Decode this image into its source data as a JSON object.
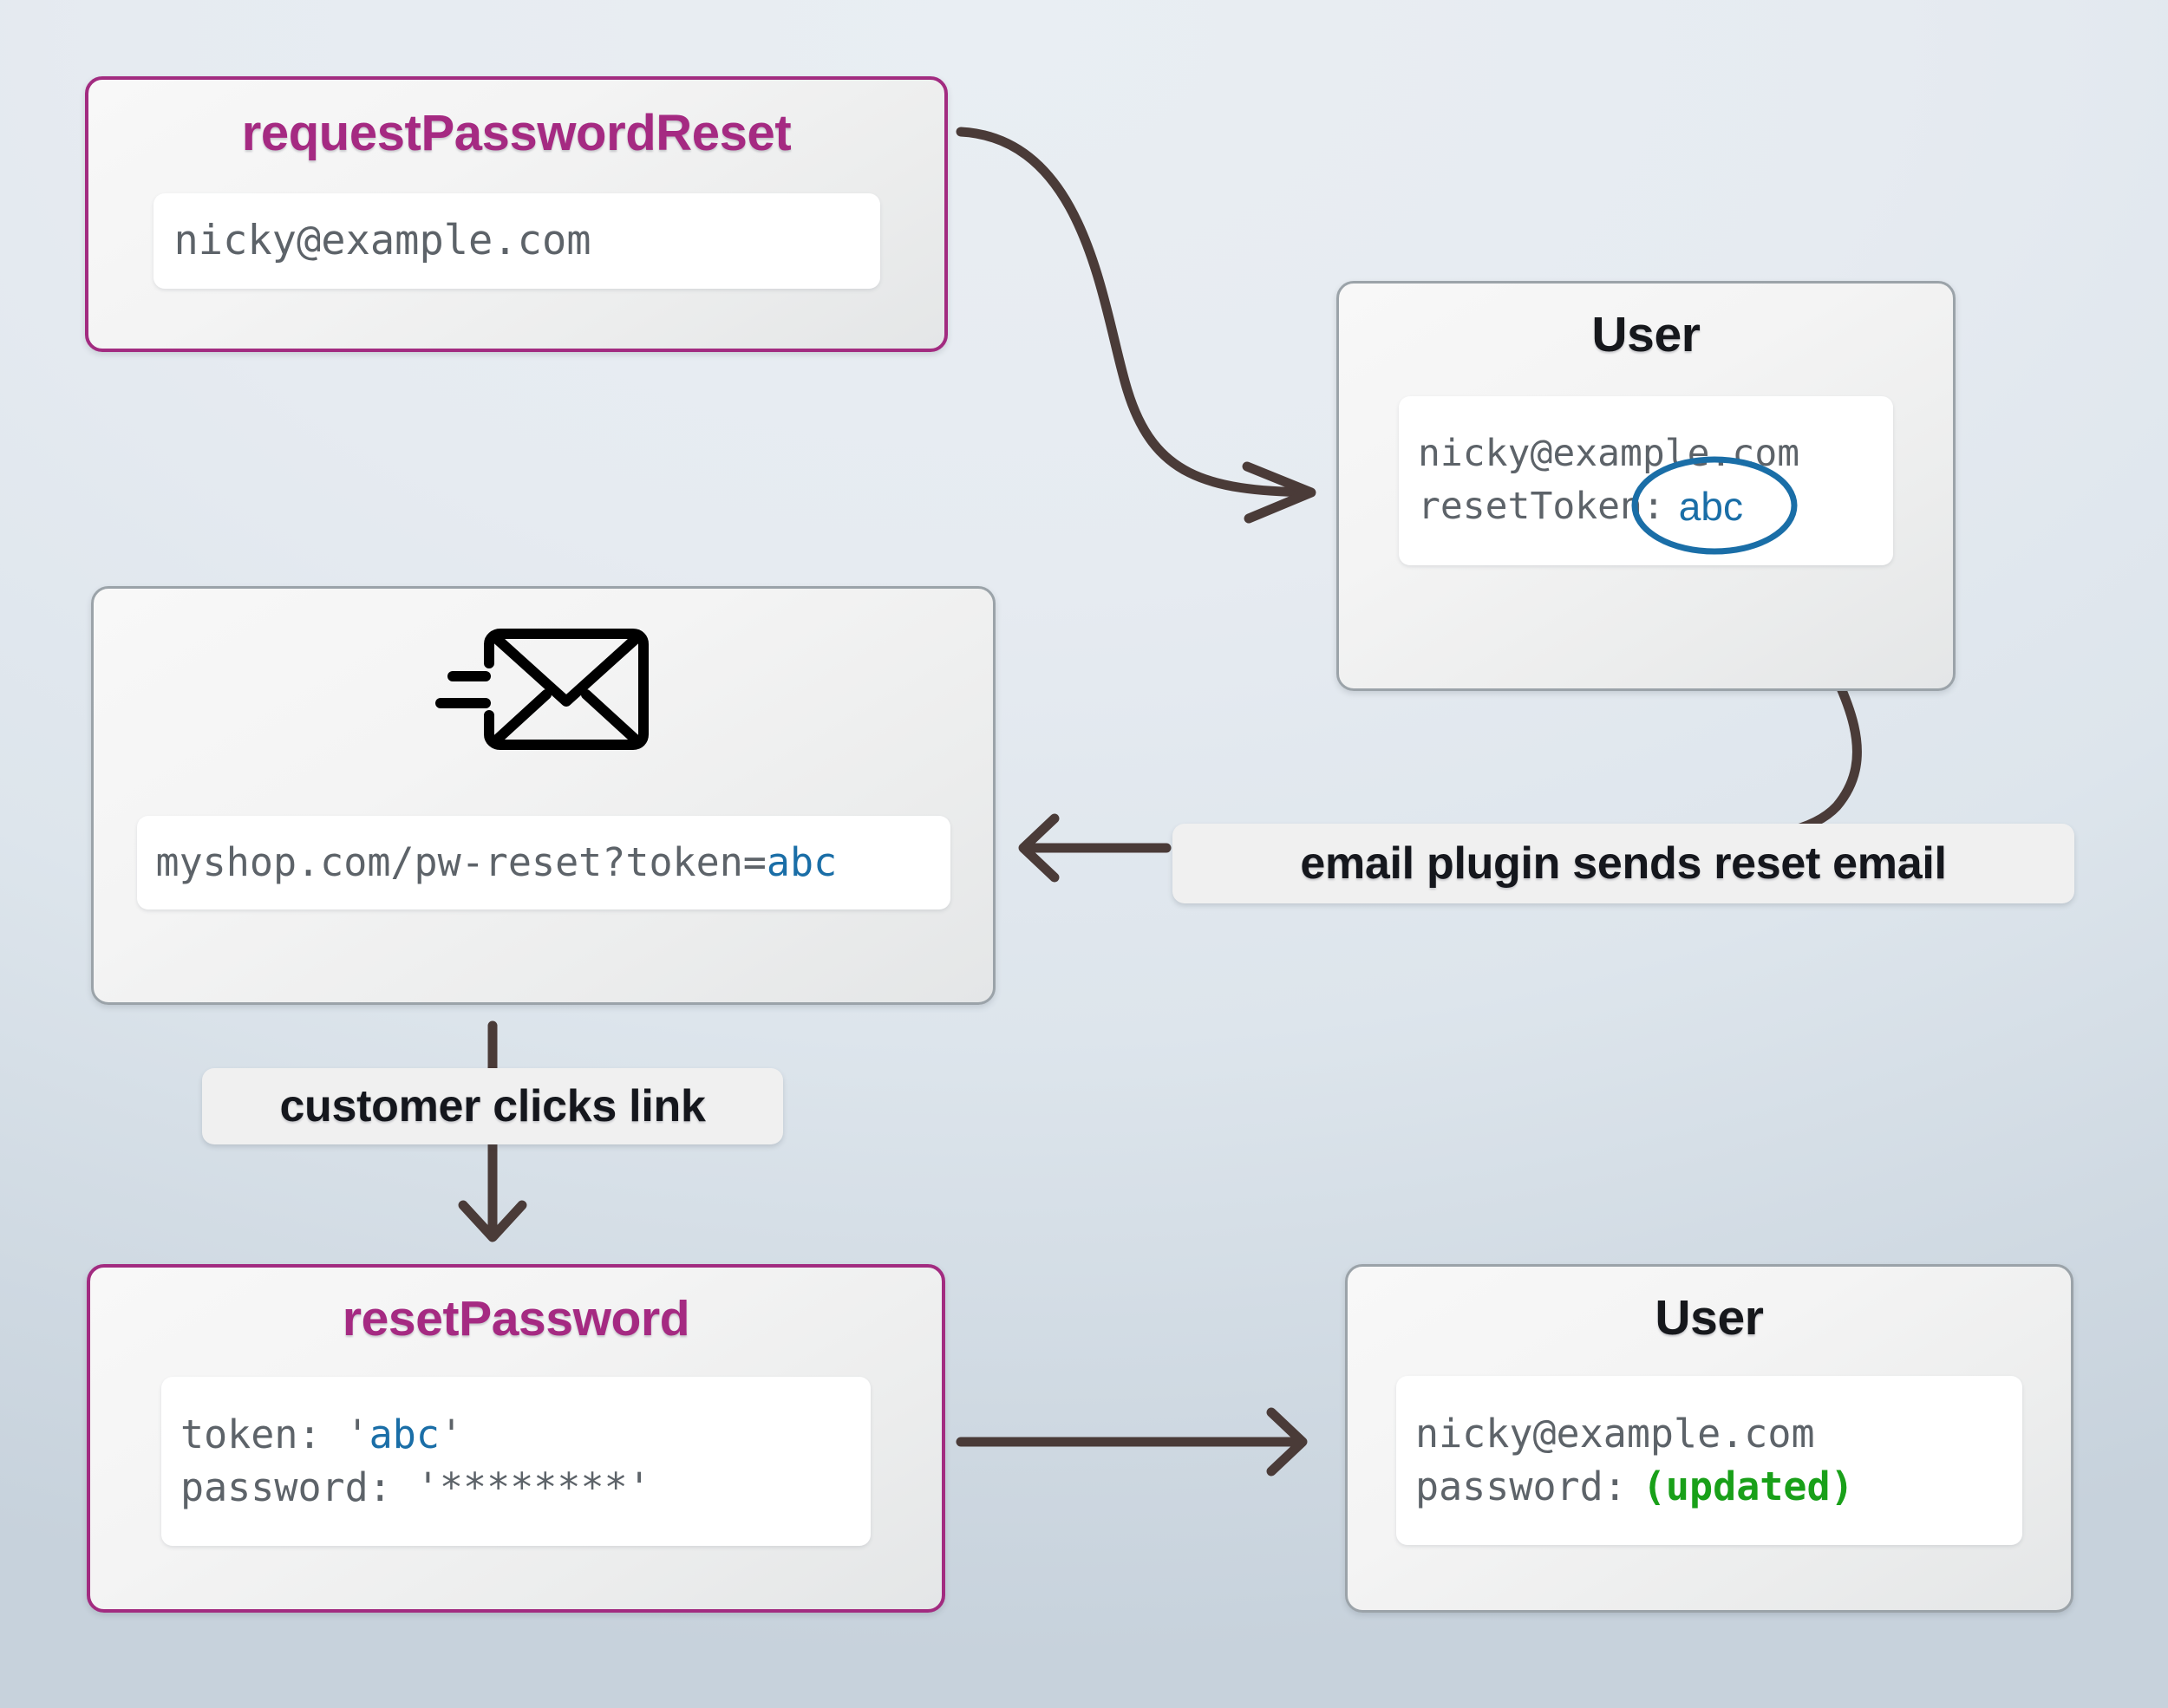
{
  "diagram": {
    "title": "password reset token flow",
    "colors": {
      "accent_border": "#a22b80",
      "accent_title": "#a52a82",
      "plain_border": "#9ba3a9",
      "token_blue": "#1a6ea7",
      "updated_green": "#19a019",
      "arrow": "#4a3b38",
      "mono_text": "#5d6369",
      "background_light": "#e9eef3",
      "background_dark": "#c7d2dc"
    }
  },
  "nodes": {
    "request_password_reset": {
      "title": "requestPasswordReset",
      "field": {
        "email": "nicky@example.com"
      }
    },
    "user_top": {
      "title": "User",
      "field": {
        "email": "nicky@example.com",
        "token_label": "resetToken:",
        "token_value": "abc",
        "annotation": "circled-token"
      }
    },
    "email_message": {
      "icon": "envelope-send-icon",
      "field": {
        "url_prefix": "myshop.com/pw-reset?token=",
        "url_token": "abc"
      }
    },
    "reset_password": {
      "title": "resetPassword",
      "field": {
        "token_label": "token:",
        "token_quote_open": "'",
        "token_value": "abc",
        "token_quote_close": "'",
        "password_label": "password:",
        "password_value": "'********'"
      }
    },
    "user_bottom": {
      "title": "User",
      "field": {
        "email": "nicky@example.com",
        "password_label": "password:",
        "password_value": "(updated)"
      }
    }
  },
  "labels": {
    "email_plugin": "email plugin sends reset email",
    "customer_click": "customer clicks link"
  },
  "edges": [
    {
      "name": "request-to-user",
      "from": "request_password_reset",
      "to": "user_top",
      "style": "curved",
      "arrowhead": "end"
    },
    {
      "name": "user-to-plugin",
      "from": "user_top",
      "to": "email_plugin_label",
      "style": "curved",
      "arrowhead": "none"
    },
    {
      "name": "plugin-to-email",
      "from": "email_plugin_label",
      "to": "email_message",
      "style": "straight",
      "arrowhead": "end"
    },
    {
      "name": "email-to-reset",
      "from": "email_message",
      "to": "reset_password",
      "style": "straight",
      "arrowhead": "end"
    },
    {
      "name": "reset-to-user",
      "from": "reset_password",
      "to": "user_bottom",
      "style": "straight",
      "arrowhead": "end"
    }
  ]
}
